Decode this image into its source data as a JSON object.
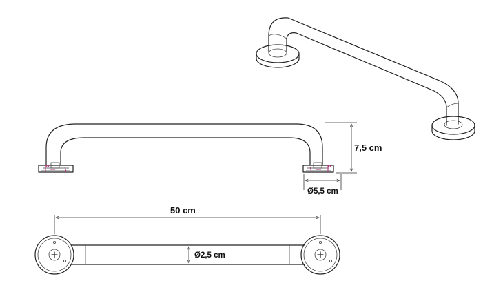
{
  "dimensions": {
    "length": "50 cm",
    "height": "7,5 cm",
    "flange_diameter": "Ø5,5 cm",
    "tube_diameter": "Ø2,5 cm"
  },
  "colors": {
    "outline": "#222222",
    "accent": "#b0327a",
    "background": "#ffffff"
  }
}
